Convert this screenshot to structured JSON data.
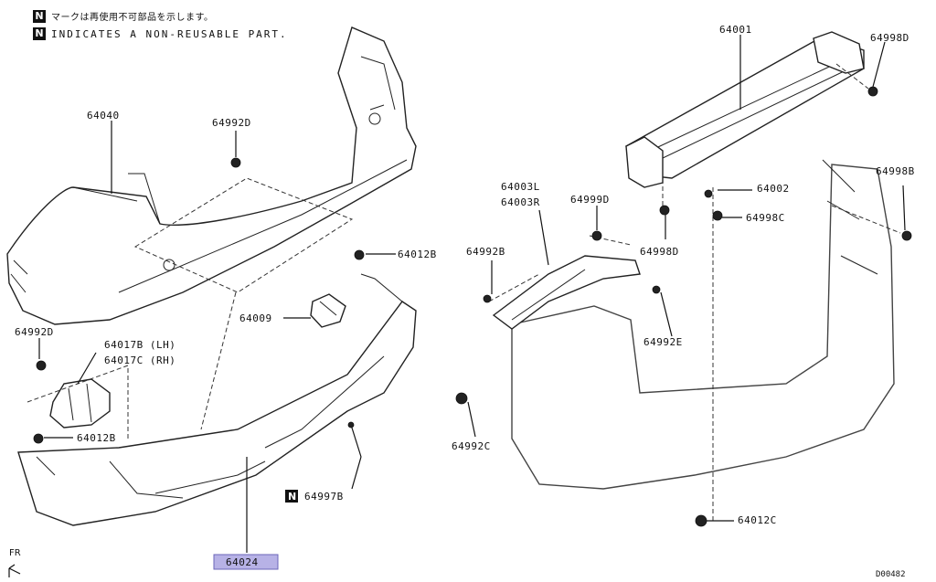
{
  "legend": {
    "nonreusable_symbol": "N",
    "japanese_note": "マークは再使用不可部品を示します。",
    "english_note": "INDICATES A NON-REUSABLE PART."
  },
  "orientation_label": "FR",
  "diagram_code": "D00482",
  "parts": {
    "p64040": "64040",
    "p64992D_top": "64992D",
    "p64012B_top": "64012B",
    "p64009": "64009",
    "p64992D_left": "64992D",
    "p64017B": "64017B (LH)",
    "p64017C": "64017C (RH)",
    "p64012B_left": "64012B",
    "p64997B": "64997B",
    "p64024": "64024",
    "p64001": "64001",
    "p64998D_top": "64998D",
    "p64003L": "64003L",
    "p64003R": "64003R",
    "p64999D": "64999D",
    "p64992B": "64992B",
    "p64998D_mid": "64998D",
    "p64002": "64002",
    "p64998C": "64998C",
    "p64998B": "64998B",
    "p64992E": "64992E",
    "p64992C": "64992C",
    "p64012C": "64012C"
  },
  "highlighted_part": "64024",
  "colors": {
    "highlight_fill": "#b7b2e6",
    "line": "#222222"
  }
}
